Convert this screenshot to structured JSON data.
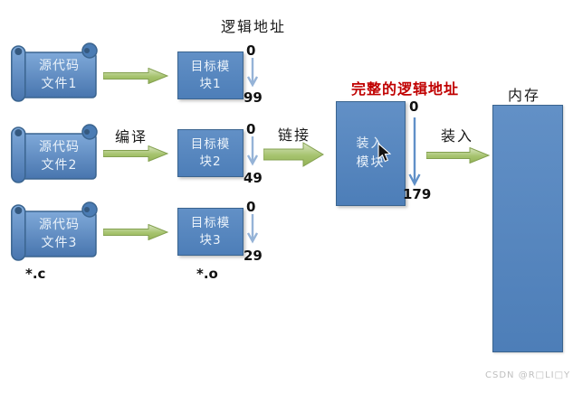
{
  "diagram": {
    "logical_address_title": "逻辑地址",
    "complete_logical_address_label": "完整的逻辑地址",
    "compile_label": "编译",
    "link_label": "链接",
    "load_label": "装入",
    "memory_label": "内存",
    "source_ext_label": "*.c",
    "object_ext_label": "*.o",
    "rows": [
      {
        "source_line1": "源代码",
        "source_line2": "文件1",
        "module_line1": "目标模",
        "module_line2": "块1",
        "addr_start": "0",
        "addr_end": "99"
      },
      {
        "source_line1": "源代码",
        "source_line2": "文件2",
        "module_line1": "目标模",
        "module_line2": "块2",
        "addr_start": "0",
        "addr_end": "49"
      },
      {
        "source_line1": "源代码",
        "source_line2": "文件3",
        "module_line1": "目标模",
        "module_line2": "块3",
        "addr_start": "0",
        "addr_end": "29"
      }
    ],
    "load_module": {
      "line1": "装入",
      "line2": "模块",
      "addr_start": "0",
      "addr_end": "179"
    },
    "watermark": "CSDN @R□LI□Y",
    "colors": {
      "shape_blue": "#5081BD",
      "shape_border": "#3A648F",
      "arrow_green": "#9CBB61",
      "arrow_blue_light": "#95B3D7",
      "arrow_blue": "#6090C8",
      "address_red": "#C00000",
      "watermark_gray": "#BFBFBF"
    }
  }
}
